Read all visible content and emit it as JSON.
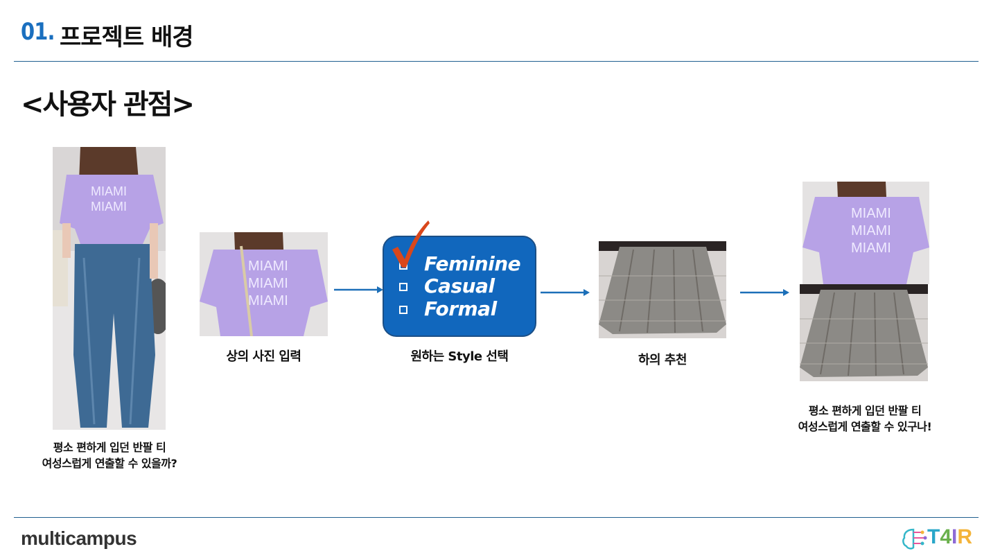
{
  "header": {
    "section_number": "01.",
    "title": "프로젝트 배경"
  },
  "subtitle": "<사용자 관점>",
  "steps": {
    "input_caption": "상의 사진 입력",
    "style_caption": "원하는 Style 선택",
    "recommend_caption": "하의 추천"
  },
  "style_options": [
    "Feminine",
    "Casual",
    "Formal"
  ],
  "before_caption": {
    "line1": "평소 편하게 입던 반팔 티",
    "line2": "여성스럽게 연출할 수 있을까?"
  },
  "after_caption": {
    "line1": "평소 편하게 입던 반팔 티",
    "line2": "여성스럽게 연출할 수 있구나!"
  },
  "footer": {
    "left_logo": "multicampus",
    "right_logo": "T4IR"
  },
  "colors": {
    "accent": "#1a6fbf",
    "style_box": "#1167bd",
    "check": "#d9471b",
    "arrow": "#1c6fb8"
  }
}
